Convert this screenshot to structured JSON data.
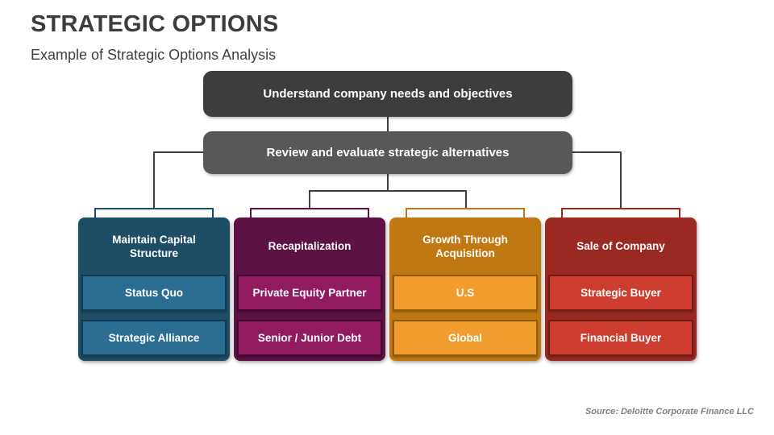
{
  "slide": {
    "title": "STRATEGIC OPTIONS",
    "subtitle": "Example of Strategic Options Analysis",
    "source": "Source: Deloitte Corporate Finance LLC"
  },
  "flow": {
    "step1": "Understand company needs and objectives",
    "step2": "Review and evaluate strategic alternatives",
    "step1_color": "#3e3d3d",
    "step2_color": "#595757",
    "connector_color": "#404040"
  },
  "columns": [
    {
      "title": "Maintain Capital Structure",
      "items": [
        "Status Quo",
        "Strategic Alliance"
      ],
      "color_dark": "#1e4d66",
      "color_light": "#2c6d94",
      "color_border": "#143a50"
    },
    {
      "title": "Recapitalization",
      "items": [
        "Private Equity Partner",
        "Senior / Junior Debt"
      ],
      "color_dark": "#5d1244",
      "color_light": "#911b5e",
      "color_border": "#43082e"
    },
    {
      "title": "Growth Through Acquisition",
      "items": [
        "U.S",
        "Global"
      ],
      "color_dark": "#c07912",
      "color_light": "#f19d2e",
      "color_border": "#8f5a0a"
    },
    {
      "title": "Sale of Company",
      "items": [
        "Strategic Buyer",
        "Financial Buyer"
      ],
      "color_dark": "#9a2a21",
      "color_light": "#cd3e30",
      "color_border": "#6f1d15"
    }
  ]
}
